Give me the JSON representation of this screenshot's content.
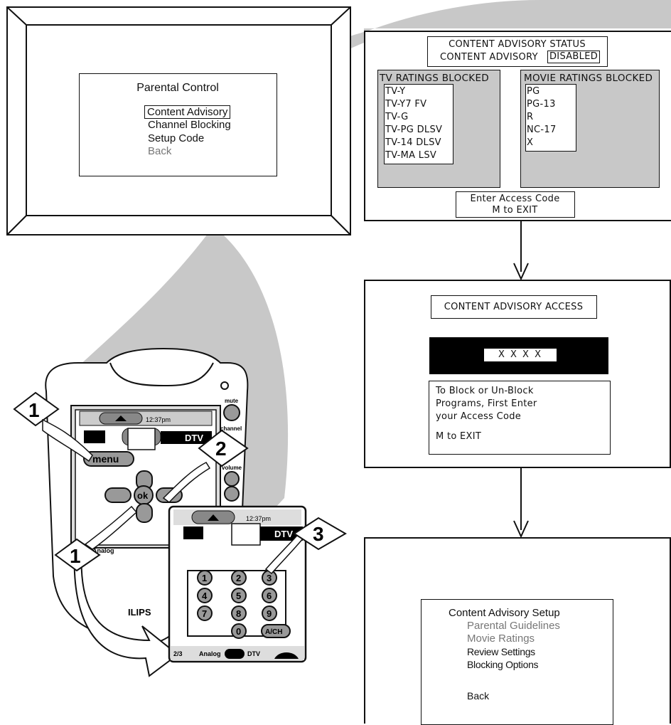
{
  "tv_menu": {
    "title": "Parental Control",
    "items": [
      "Content Advisory",
      "Channel Blocking",
      "Setup Code",
      "Back"
    ]
  },
  "status_screen": {
    "title": "CONTENT ADVISORY STATUS",
    "status_label": "CONTENT ADVISORY",
    "status_value": "DISABLED",
    "tv_header": "TV RATINGS BLOCKED",
    "tv_ratings": [
      "TV-Y",
      "TV-Y7 FV",
      "TV-G",
      "TV-PG DLSV",
      "TV-14 DLSV",
      "TV-MA LSV"
    ],
    "movie_header": "MOVIE RATINGS BLOCKED",
    "movie_ratings": [
      "PG",
      "PG-13",
      "R",
      "NC-17",
      "X"
    ],
    "footer_line1": "Enter Access Code",
    "footer_line2": "M to EXIT"
  },
  "access_screen": {
    "title": "CONTENT ADVISORY ACCESS",
    "code_mask": "X X X X",
    "msg_line1": "To Block or Un-Block",
    "msg_line2": "Programs, First Enter",
    "msg_line3": "your Access Code",
    "exit_text": "M to EXIT"
  },
  "setup_screen": {
    "title": "Content Advisory Setup",
    "items": [
      "Parental Guidelines",
      "Movie Ratings",
      "Review Settings",
      "Blocking Options",
      "Back"
    ]
  },
  "remote": {
    "time": "12:37pm",
    "dtv_label": "DTV",
    "menu_label": "menu",
    "ok_label": "ok",
    "mute_label": "mute",
    "channel_label": "channel",
    "volume_label": "volume",
    "analog_label": "Analog",
    "brand_partial": "ILIPS",
    "page_indicator": "2/3",
    "ach_label": "A/CH",
    "keypad": [
      "1",
      "2",
      "3",
      "4",
      "5",
      "6",
      "7",
      "8",
      "9",
      "0"
    ]
  },
  "steps": {
    "step1": "1",
    "step2": "2",
    "step3": "3"
  }
}
